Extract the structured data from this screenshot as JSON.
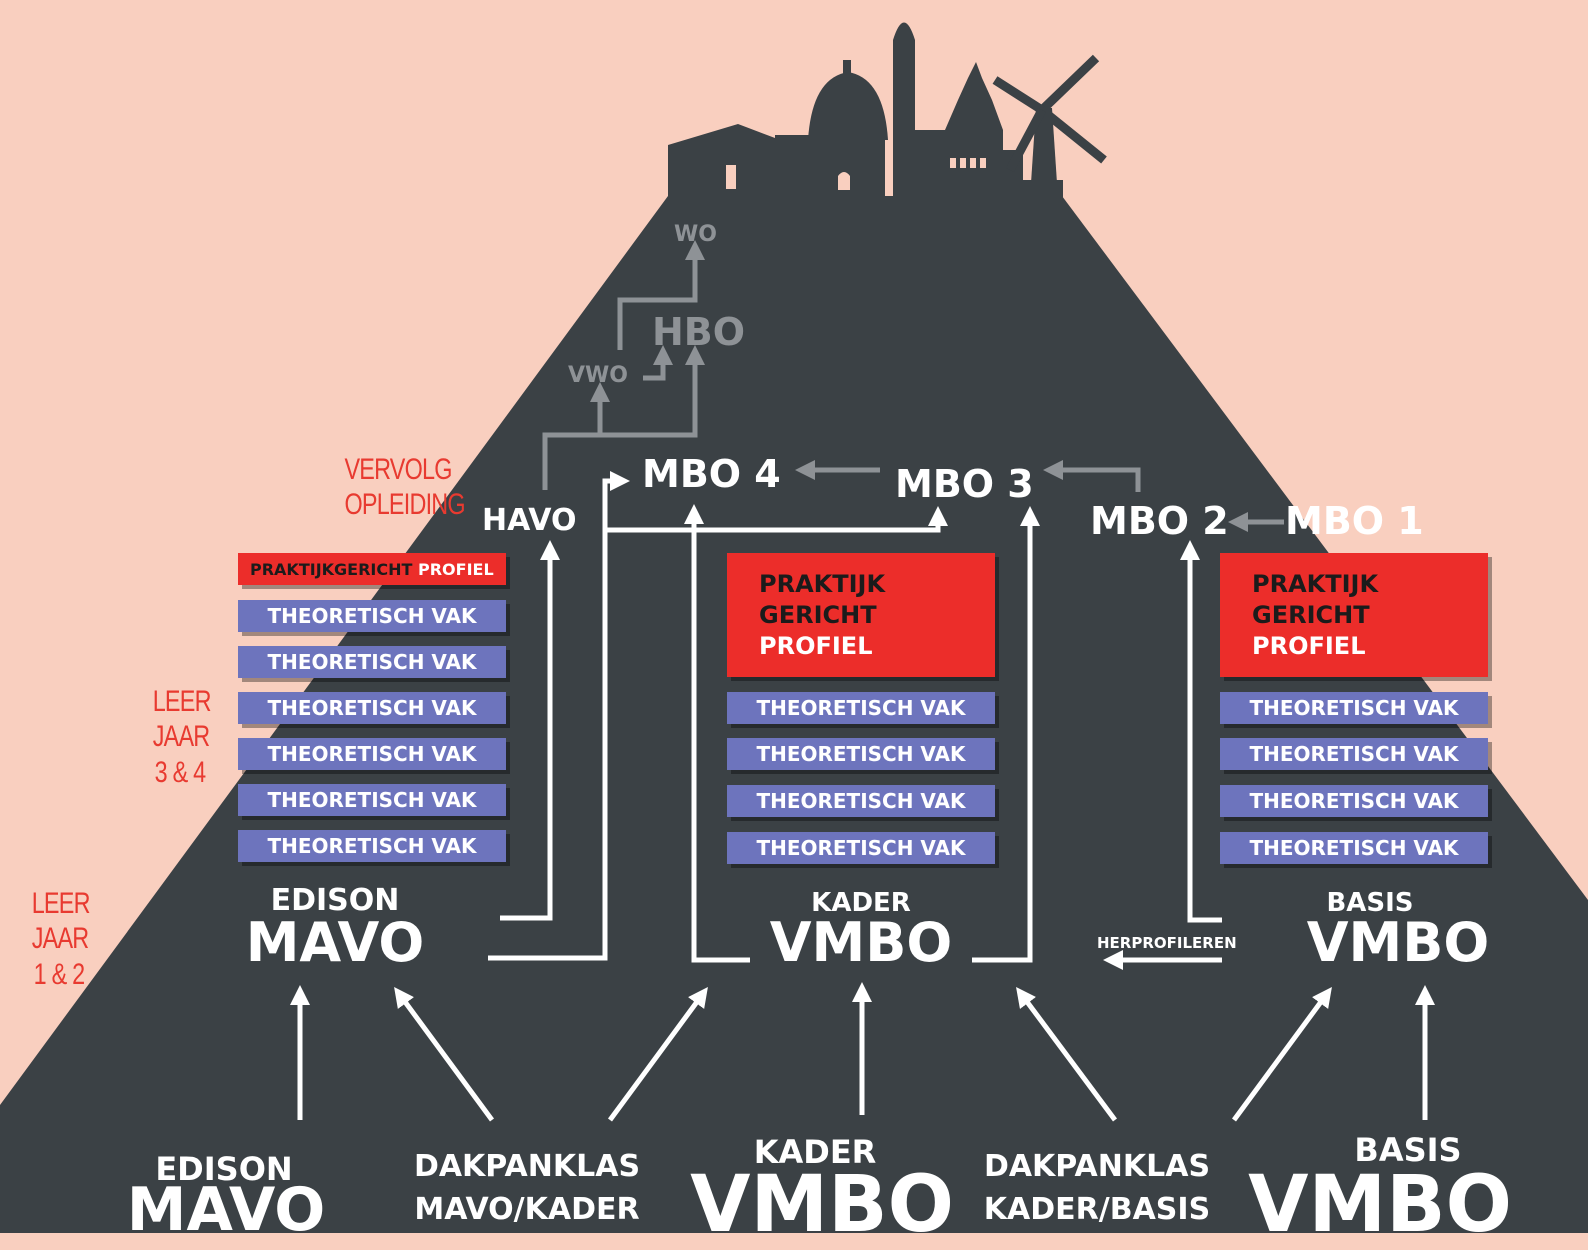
{
  "side_labels": {
    "vervolg_opleiding": [
      "VERVOLG",
      "OPLEIDING"
    ],
    "leerjaar_3_4": [
      "LEER",
      "JAAR",
      "3 & 4"
    ],
    "leerjaar_1_2": [
      "LEER",
      "JAAR",
      "1 & 2"
    ]
  },
  "further_education": {
    "wo": "WO",
    "hbo": "HBO",
    "vwo": "VWO",
    "havo": "HAVO",
    "mbo4": "MBO 4",
    "mbo3": "MBO 3",
    "mbo2": "MBO 2",
    "mbo1": "MBO 1"
  },
  "mavo_column": {
    "profile": {
      "part1": "PRAKTIJKGERICHT",
      "part2": " PROFIEL"
    },
    "subjects": [
      "THEORETISCH VAK",
      "THEORETISCH VAK",
      "THEORETISCH VAK",
      "THEORETISCH VAK",
      "THEORETISCH VAK",
      "THEORETISCH VAK"
    ],
    "title_small": "EDISON",
    "title_big": "MAVO"
  },
  "kader_column": {
    "profile": {
      "line1": "PRAKTIJK",
      "line2": "GERICHT",
      "line3": "PROFIEL"
    },
    "subjects": [
      "THEORETISCH VAK",
      "THEORETISCH VAK",
      "THEORETISCH VAK",
      "THEORETISCH VAK"
    ],
    "title_small": "KADER",
    "title_big": "VMBO"
  },
  "basis_column": {
    "profile": {
      "line1": "PRAKTIJK",
      "line2": "GERICHT",
      "line3": "PROFIEL"
    },
    "subjects": [
      "THEORETISCH VAK",
      "THEORETISCH VAK",
      "THEORETISCH VAK",
      "THEORETISCH VAK"
    ],
    "title_small": "BASIS",
    "title_big": "VMBO"
  },
  "herprofileren": "HERPROFILEREN",
  "first_years": {
    "mavo": {
      "small": "EDISON",
      "big": "MAVO"
    },
    "dakpanklas_mk": {
      "line1": "DAKPANKLAS",
      "line2": "MAVO/KADER"
    },
    "kader": {
      "small": "KADER",
      "big": "VMBO"
    },
    "dakpanklas_kb": {
      "line1": "DAKPANKLAS",
      "line2": "KADER/BASIS"
    },
    "basis": {
      "small": "BASIS",
      "big": "VMBO"
    }
  },
  "colors": {
    "background": "#f9cfbf",
    "mountain": "#3b4145",
    "profile_red": "#ec2d2a",
    "subject_blue": "#6d74bd",
    "label_red": "#e83a30",
    "faded_grey": "#8e9296"
  }
}
